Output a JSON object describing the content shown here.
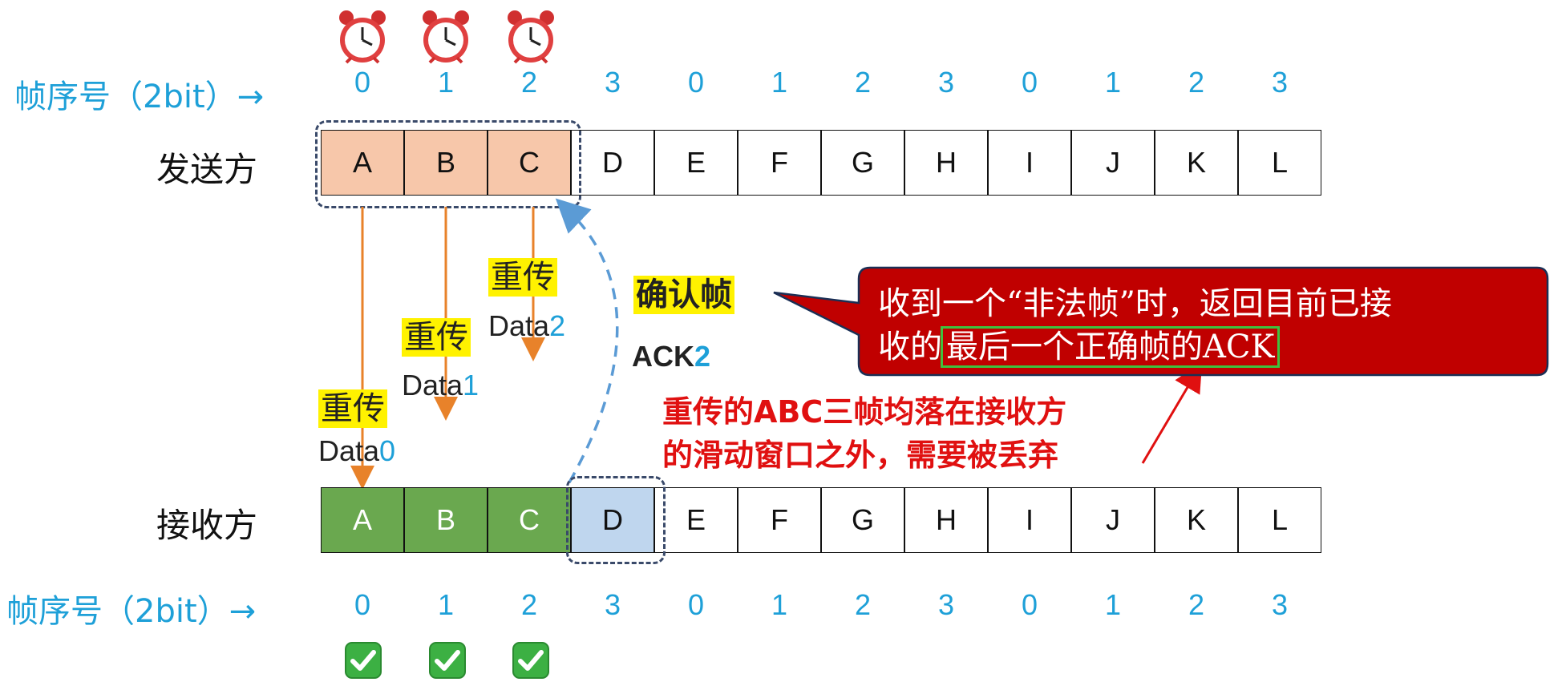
{
  "seq_label": "帧序号（2bit）→",
  "seq_numbers": [
    "0",
    "1",
    "2",
    "3",
    "0",
    "1",
    "2",
    "3",
    "0",
    "1",
    "2",
    "3"
  ],
  "sender_label": "发送方",
  "receiver_label": "接收方",
  "frames": [
    "A",
    "B",
    "C",
    "D",
    "E",
    "F",
    "G",
    "H",
    "I",
    "J",
    "K",
    "L"
  ],
  "sender_window_frames": 3,
  "receiver_received_frames": 3,
  "receiver_window_index": 3,
  "retransmit_tag": "重传",
  "data_prefix": "Data",
  "data_numbers": [
    "0",
    "1",
    "2"
  ],
  "ack_title": "确认帧",
  "ack_prefix": "ACK",
  "ack_number": "2",
  "callout": {
    "line1": "收到一个“非法帧”时，返回目前已接",
    "line2_plain": "收的",
    "line2_boxed": "最后一个正确帧的ACK"
  },
  "red_note": {
    "line1": "重传的ABC三帧均落在接收方",
    "line2": "的滑动窗口之外，需要被丢弃"
  },
  "colors": {
    "seq": "#1ea0d8",
    "sent_window": "#f7c7aa",
    "received": "#6aa84f",
    "receiver_window": "#bfd6ee",
    "callout": "#c00000",
    "arrow": "#e8822a",
    "ack_arrow": "#5b9bd5",
    "note": "#e01010"
  },
  "icons": {
    "timer": "alarm-clock-icon",
    "check": "check-mark-icon"
  }
}
